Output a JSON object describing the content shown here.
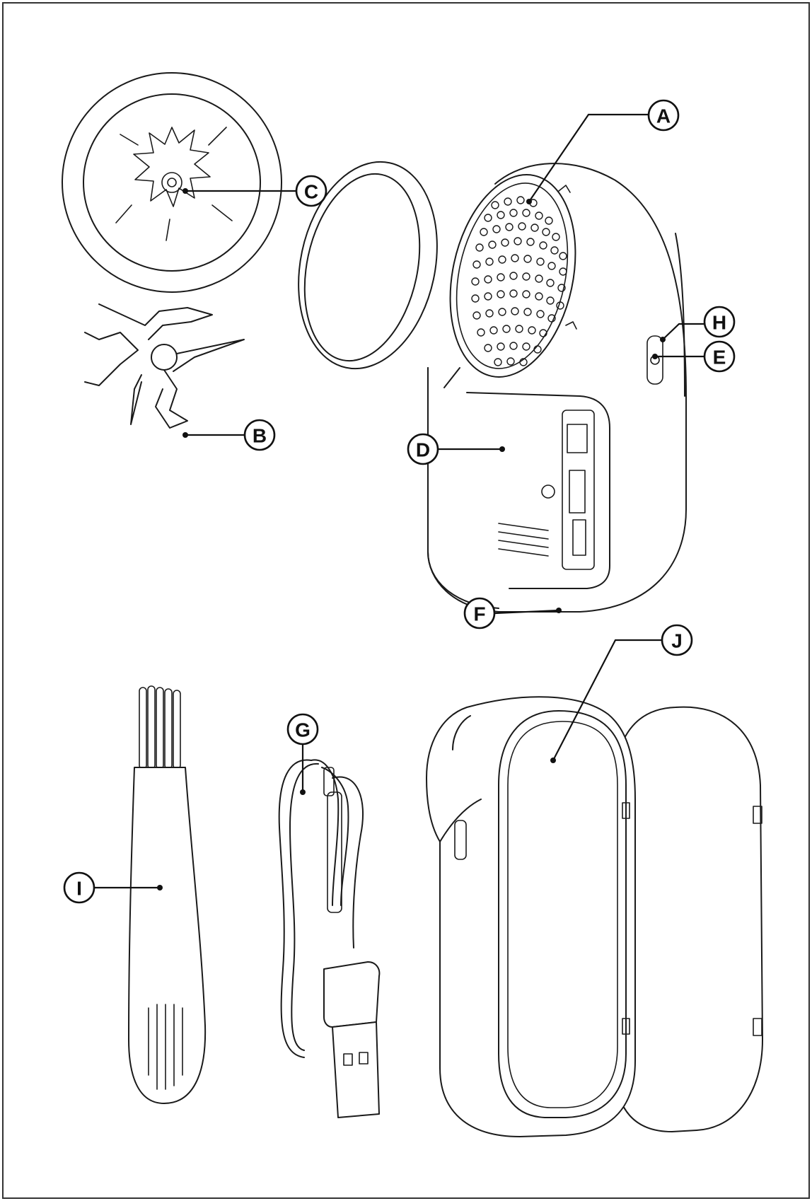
{
  "labels": {
    "a": "A",
    "b": "B",
    "c": "C",
    "d": "D",
    "e": "E",
    "f": "F",
    "g": "G",
    "h": "H",
    "i": "I",
    "j": "J"
  },
  "colors": {
    "line": "#1a1a1a",
    "background": "#ffffff"
  }
}
